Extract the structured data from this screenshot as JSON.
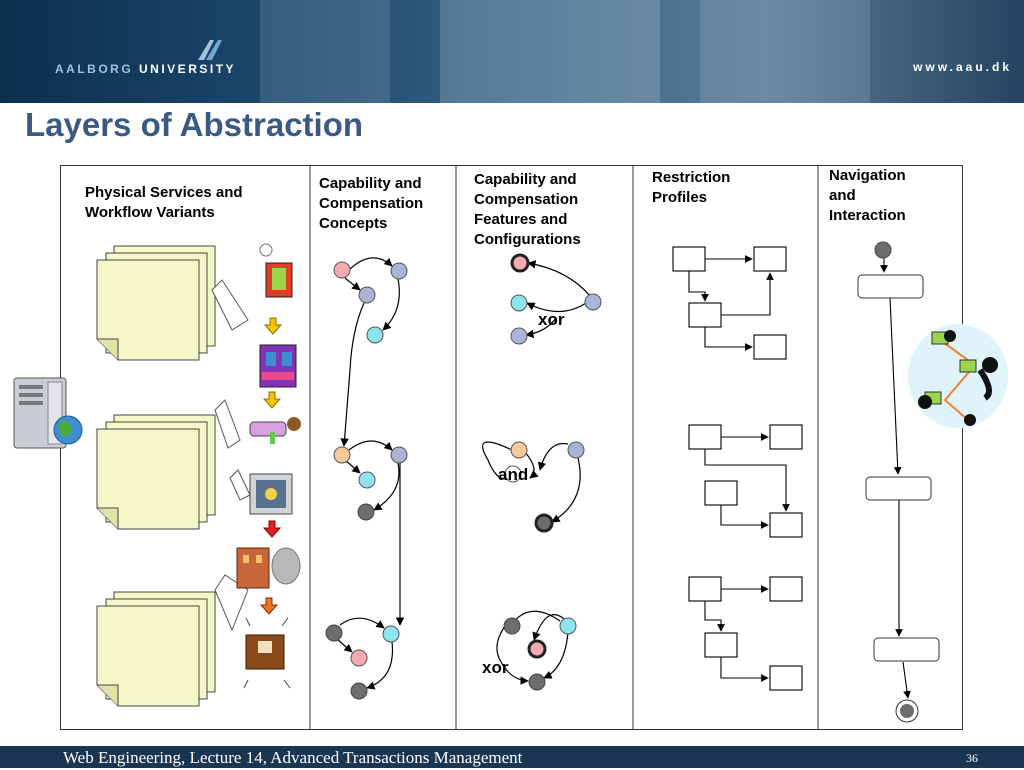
{
  "header": {
    "university_bold": "AALBORG",
    "university_rest": "UNIVERSITY",
    "website": "www.aau.dk"
  },
  "slide": {
    "title": "Layers of Abstraction"
  },
  "columns": [
    {
      "heading": [
        "Physical Services and",
        "Workflow Variants"
      ]
    },
    {
      "heading": [
        "Capability and",
        "Compensation",
        "Concepts"
      ]
    },
    {
      "heading": [
        "Capability and",
        "Compensation",
        "Features and",
        "Configurations"
      ]
    },
    {
      "heading": [
        "Restriction",
        "Profiles"
      ]
    },
    {
      "heading": [
        "Navigation",
        "and",
        "Interaction"
      ]
    }
  ],
  "gateways": {
    "xor_top": "xor",
    "and_mid": "and",
    "xor_bottom": "xor"
  },
  "footer": {
    "text": "Web Engineering, Lecture 14, Advanced Transactions Management",
    "page_number": "36"
  },
  "colors": {
    "title": "#3a5a84",
    "footer_bg": "#1b3653",
    "node_pink": "#f5a9b0",
    "node_blue": "#a9b4d8",
    "node_cyan": "#8fe3ef",
    "node_orange": "#f8c89a",
    "node_gray": "#6d6d6d",
    "document": "#f4f7c8"
  }
}
